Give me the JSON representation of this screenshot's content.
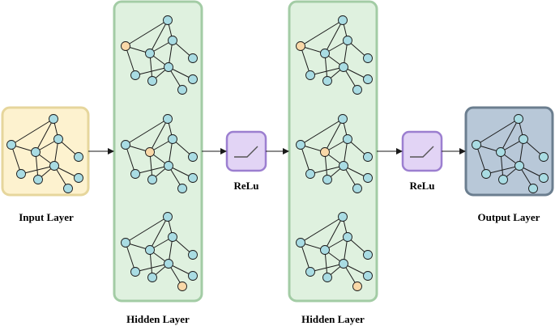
{
  "title": "",
  "colors": {
    "input_fill": "#fdf2cf",
    "input_stroke": "#e6d69c",
    "hidden_fill": "#dff1df",
    "hidden_stroke": "#a3cca5",
    "relu_fill": "#e2d4f5",
    "relu_stroke": "#9c7fd0",
    "output_fill": "#b8c8d8",
    "output_stroke": "#6b7e8f",
    "node_fill": "#a9dce3",
    "node_highlight": "#f9d8a8"
  },
  "labels": {
    "input": "Input Layer",
    "hidden_1": "Hidden Layer",
    "hidden_2": "Hidden Layer",
    "relu_1": "ReLu",
    "relu_2": "ReLu",
    "output": "Output Layer"
  },
  "graph_variants": [
    "Graph with node 2 highlighted",
    "Graph with node 3 highlighted",
    "Graph with node 9 highlighted"
  ]
}
